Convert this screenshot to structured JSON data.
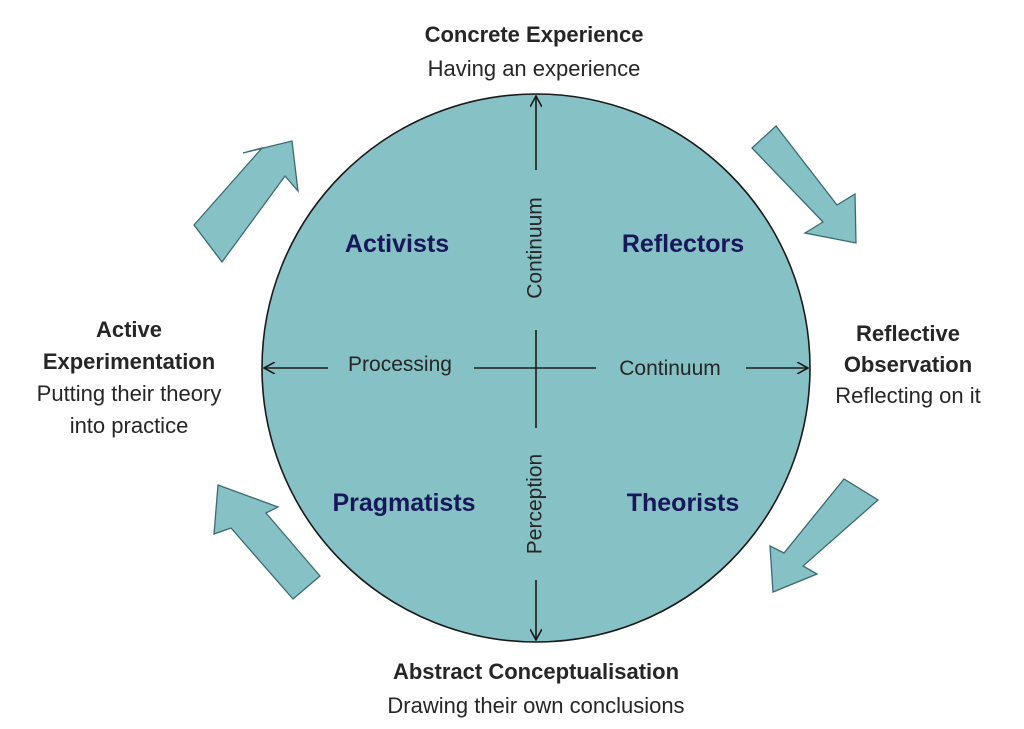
{
  "stages": {
    "concrete": {
      "title_lines": [
        "Concrete Experience"
      ],
      "desc_lines": [
        "Having an experience"
      ]
    },
    "reflective": {
      "title_lines": [
        "Reflective",
        "Observation"
      ],
      "desc_lines": [
        "Reflecting on it"
      ]
    },
    "abstract": {
      "title_lines": [
        "Abstract Conceptualisation"
      ],
      "desc_lines": [
        "Drawing their own conclusions"
      ]
    },
    "active": {
      "title_lines": [
        "Active",
        "Experimentation"
      ],
      "desc_lines": [
        "Putting their theory",
        "into practice"
      ]
    }
  },
  "styles": {
    "activists": "Activists",
    "reflectors": "Reflectors",
    "pragmatists": "Pragmatists",
    "theorists": "Theorists"
  },
  "axes": {
    "vertical_top": "Continuum",
    "vertical_bottom": "Perception",
    "horizontal_left": "Processing",
    "horizontal_right": "Continuum"
  },
  "colors": {
    "circle_fill": "#86c1c6",
    "circle_stroke": "#1a1a1a",
    "arrow_fill": "#86c1c6",
    "style_text": "#17175a",
    "body_text": "#262626"
  }
}
